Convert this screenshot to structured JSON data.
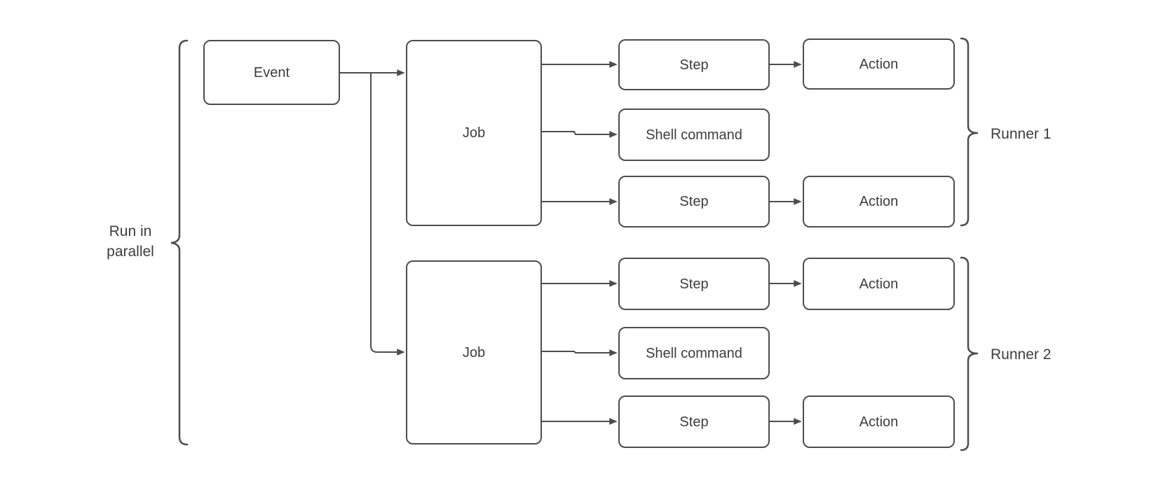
{
  "diagram": {
    "title_hint": "Event to Jobs to Steps/Actions workflow diagram",
    "colors": {
      "background": "#ffffff",
      "node_fill": "#ffffff",
      "node_stroke": "#4d4d4d",
      "connector_stroke": "#4d4d4d",
      "text": "#3d3d3d"
    },
    "nodes": {
      "event": {
        "label": "Event"
      },
      "job1": {
        "label": "Job"
      },
      "job2": {
        "label": "Job"
      },
      "step1": {
        "label": "Step"
      },
      "shell1": {
        "label": "Shell command"
      },
      "step2": {
        "label": "Step"
      },
      "step3": {
        "label": "Step"
      },
      "shell2": {
        "label": "Shell command"
      },
      "step4": {
        "label": "Step"
      },
      "action1": {
        "label": "Action"
      },
      "action2": {
        "label": "Action"
      },
      "action3": {
        "label": "Action"
      },
      "action4": {
        "label": "Action"
      }
    },
    "annotations": {
      "parallel_label": "Run in parallel",
      "runner1_label": "Runner 1",
      "runner2_label": "Runner 2"
    }
  }
}
